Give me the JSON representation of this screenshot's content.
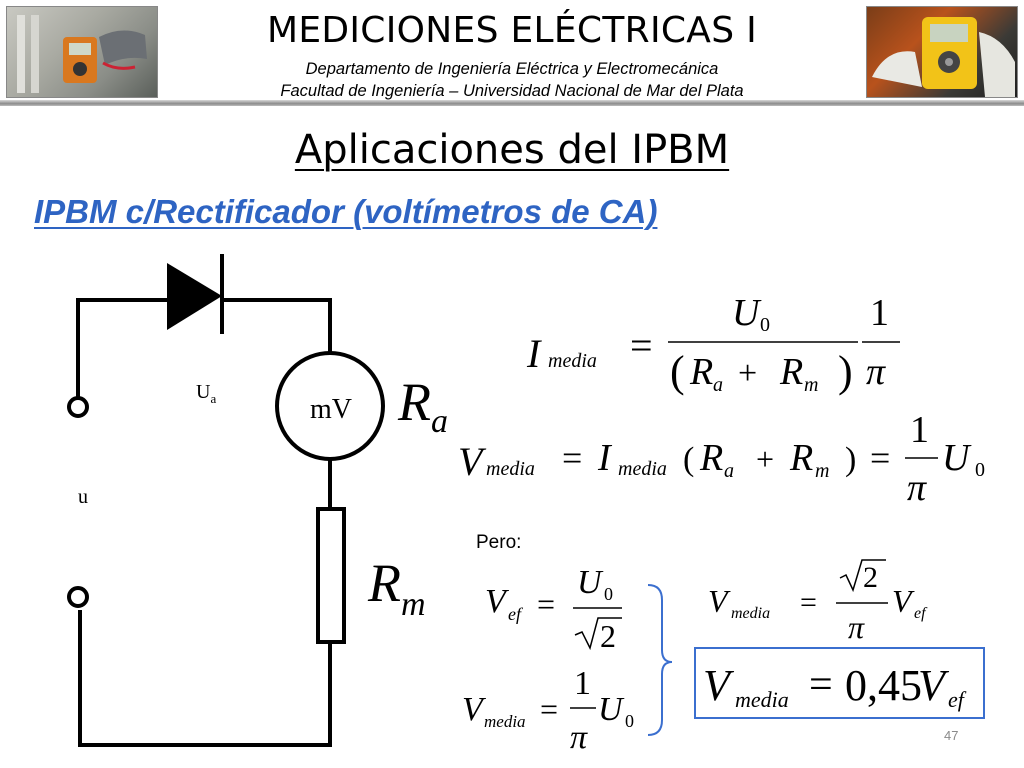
{
  "header": {
    "title": "MEDICIONES ELÉCTRICAS I",
    "department": "Departamento de Ingeniería Eléctrica y Electromecánica",
    "faculty": "Facultad de Ingeniería – Universidad Nacional de Mar del Plata"
  },
  "slide": {
    "title": "Aplicaciones del IPBM",
    "subtitle": "IPBM c/Rectificador (voltímetros de CA)",
    "pero": "Pero:",
    "page_number": "47"
  },
  "circuit": {
    "voltage_ua": "U",
    "voltage_ua_sub": "a",
    "voltage_u": "u",
    "meter_label": "mV",
    "ra": "R",
    "ra_sub": "a",
    "rm": "R",
    "rm_sub": "m"
  },
  "equations": {
    "i_media": "I media = U0 / (Ra + Rm) · 1/π",
    "v_media_1": "V media = I media (Ra + Rm) = (1/π) U0",
    "v_ef": "V ef = U0 / √2",
    "v_media_2": "V media = (1/π) U0",
    "v_media_3": "V media = (√2/π) V ef",
    "result": "V media = 0,45 V ef"
  },
  "colors": {
    "accent": "#2e64c3",
    "box_border": "#3b6fcf",
    "header_rule": "#8c8c8c"
  }
}
